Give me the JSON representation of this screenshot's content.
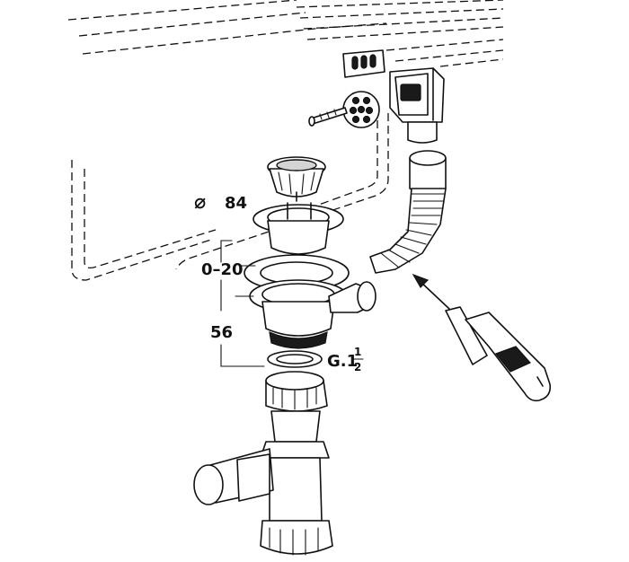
{
  "dimensions": {
    "diameter_symbol": "⌀",
    "diameter": "84",
    "adjust_range": "0–20",
    "height": "56",
    "thread_prefix": "G.1",
    "thread_num": "1",
    "thread_den": "2"
  }
}
